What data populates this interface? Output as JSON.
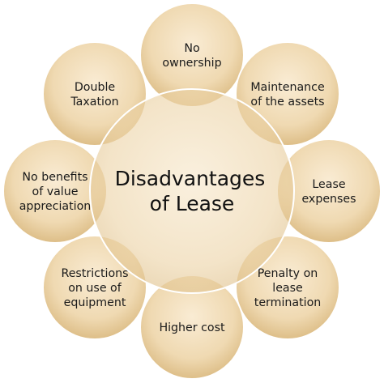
{
  "diagram": {
    "center": {
      "lines": [
        "Disadvantages",
        "of Lease"
      ]
    },
    "nodes": [
      {
        "id": "no-ownership",
        "lines": [
          "No",
          "ownership"
        ]
      },
      {
        "id": "maintenance",
        "lines": [
          "Maintenance",
          "of the assets"
        ]
      },
      {
        "id": "lease-expenses",
        "lines": [
          "Lease",
          "expenses"
        ]
      },
      {
        "id": "penalty",
        "lines": [
          "Penalty on",
          "lease",
          "termination"
        ]
      },
      {
        "id": "higher-cost",
        "lines": [
          "Higher cost"
        ]
      },
      {
        "id": "restrictions",
        "lines": [
          "Restrictions",
          "on use of",
          "equipment"
        ]
      },
      {
        "id": "no-benefits",
        "lines": [
          "No benefits",
          "of value",
          "appreciation"
        ]
      },
      {
        "id": "double-taxation",
        "lines": [
          "Double",
          "Taxation"
        ]
      }
    ],
    "colors": {
      "fill_light": "#f6e3c4",
      "fill_dark": "#d9b77d",
      "outline": "#ffffff"
    }
  }
}
